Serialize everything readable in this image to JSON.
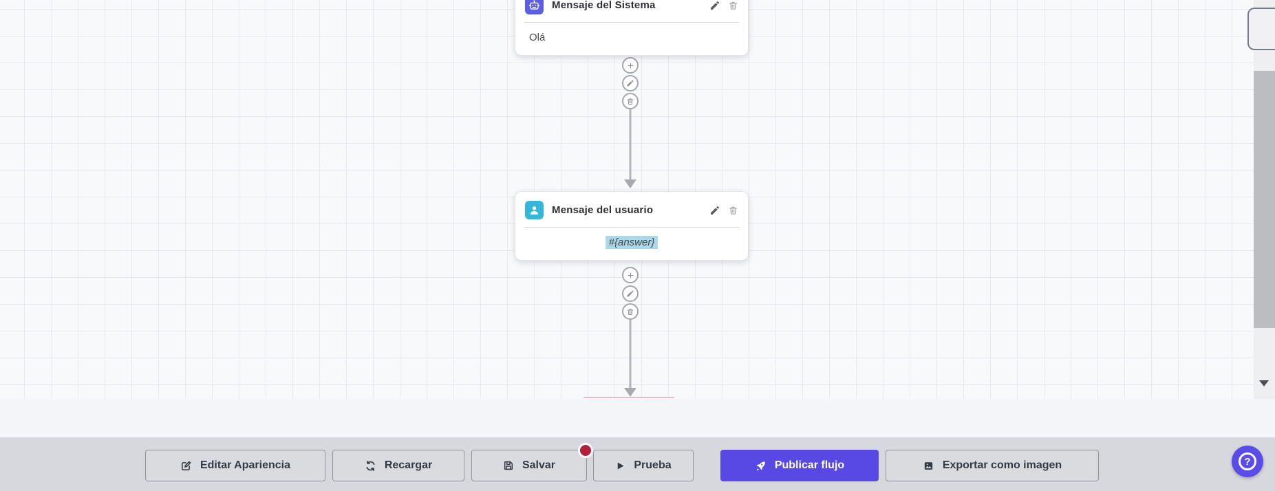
{
  "flow": {
    "nodes": [
      {
        "id": "system",
        "title": "Mensaje del Sistema",
        "body": "Olá",
        "icon": "robot-icon"
      },
      {
        "id": "user",
        "title": "Mensaje del usuario",
        "body": "#{answer}",
        "icon": "user-icon"
      }
    ],
    "node_actions": [
      "pencil-icon",
      "trash-icon"
    ],
    "connector_actions": [
      "plus-icon",
      "pencil-icon",
      "trash-icon"
    ]
  },
  "toolbar": {
    "buttons": [
      {
        "label": "Editar Apariencia",
        "icon": "edit-square-icon"
      },
      {
        "label": "Recargar",
        "icon": "refresh-icon"
      },
      {
        "label": "Salvar",
        "icon": "save-icon"
      },
      {
        "label": "Prueba",
        "icon": "play-icon"
      },
      {
        "label": "Publicar flujo",
        "icon": "rocket-icon"
      },
      {
        "label": "Exportar como imagen",
        "icon": "image-icon"
      }
    ]
  },
  "help": {
    "glyph": "?",
    "icon": "question-circle-icon"
  },
  "colors": {
    "accent": "#5848e4",
    "system_node_icon_bg": "#5c5fe6",
    "user_node_icon_bg": "#36b7da",
    "answer_highlight": "#aed7e8",
    "notification_dot": "#b51f3c",
    "canvas_bg": "#f8f9fa",
    "grid_line": "#e7e8f0",
    "toolbar_bg": "#d7d8dd"
  }
}
